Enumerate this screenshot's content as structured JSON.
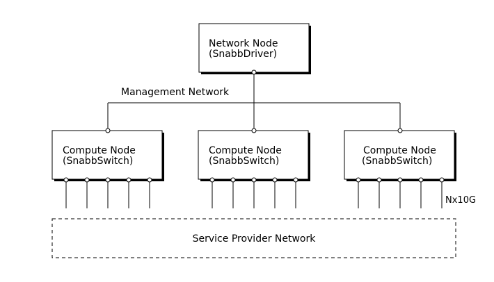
{
  "network_node": {
    "line1": "Network Node",
    "line2": "(SnabbDriver)"
  },
  "management_network_label": "Management Network",
  "compute_nodes": [
    {
      "line1": "Compute Node",
      "line2": "(SnabbSwitch)"
    },
    {
      "line1": "Compute Node",
      "line2": "(SnabbSwitch)"
    },
    {
      "line1": "Compute Node",
      "line2": "(SnabbSwitch)"
    }
  ],
  "link_speed_label": "Nx10G",
  "service_provider_network_label": "Service Provider Network",
  "ports_per_compute_node": 5
}
